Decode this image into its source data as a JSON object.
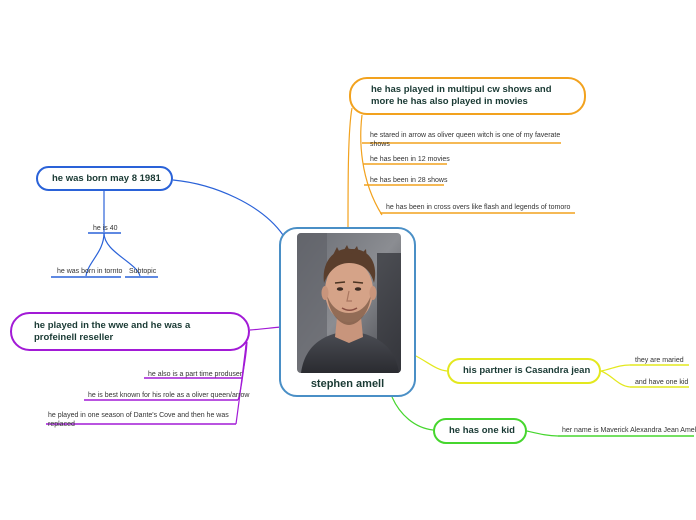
{
  "central": {
    "label": "stephen amell",
    "image": "portrait-photo"
  },
  "topics": {
    "born": {
      "label": "he was born may 8 1981",
      "color": "#2a62d8",
      "sub": {
        "age": "he is 40",
        "children": [
          "he was born in tornto",
          "Subtopic"
        ]
      }
    },
    "wwe": {
      "label": "he played in the wwe and he was a profeinell reseller",
      "color": "#a21ad6",
      "children": [
        "he also is a part time produser",
        "he is best known for his role as a oliver queen/arrow",
        "he played in one season of  Dante's Cove and then he was replaced"
      ]
    },
    "cw": {
      "label": "he has played in multipul cw shows and more he has also played in movies",
      "color": "#f2a21e",
      "children": [
        "he stared in arrow as oliver queen witch is one of my faverate shows",
        "he has been in 12 movies",
        "he has been in 28 shows",
        "he has been in cross overs like flash and legends of tomoro"
      ]
    },
    "partner": {
      "label": "his partner is Casandra jean",
      "color": "#e3e81e",
      "children": [
        "they are maried",
        "and have one kid"
      ]
    },
    "kid": {
      "label": "he has one kid",
      "color": "#46d62e",
      "children": [
        "her name is Maverick Alexandra Jean Amell"
      ]
    }
  }
}
